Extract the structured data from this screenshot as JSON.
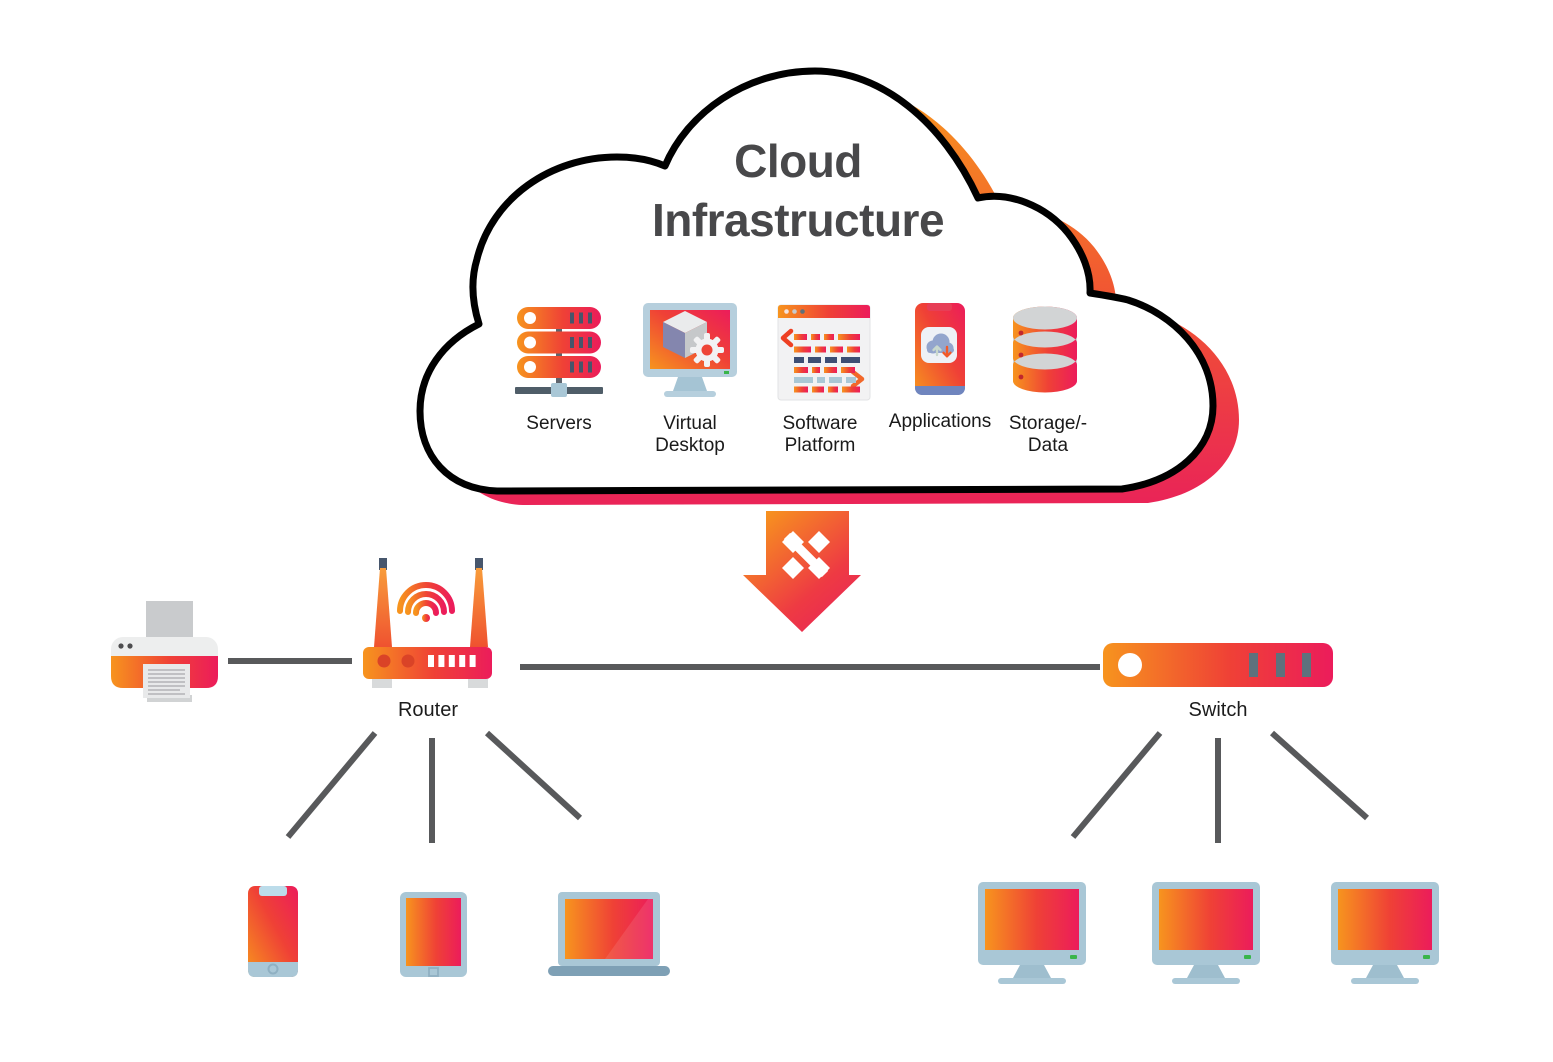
{
  "diagram": {
    "title": "Cloud Infrastructure",
    "cloud_items": [
      {
        "label": "Servers",
        "icon": "servers-icon"
      },
      {
        "label": "Virtual\nDesktop",
        "icon": "virtual-desktop-icon"
      },
      {
        "label": "Software\nPlatform",
        "icon": "software-platform-icon"
      },
      {
        "label": "Applications",
        "icon": "applications-icon"
      },
      {
        "label": "Storage/-\nData",
        "icon": "storage-data-icon"
      }
    ],
    "nodes": [
      {
        "label": "Router",
        "icon": "router-icon"
      },
      {
        "label": "Switch",
        "icon": "switch-icon"
      }
    ],
    "peripherals": [
      "printer-icon",
      "smartphone-icon",
      "tablet-icon",
      "laptop-icon",
      "monitor-icon",
      "monitor-icon",
      "monitor-icon"
    ],
    "flow_icon": "data-transfer-arrow-icon",
    "colors": {
      "orange": "#F7941E",
      "crimson": "#EC1C5B",
      "mid_red": "#EF4136",
      "line_gray": "#58595B",
      "device_frame": "#A9C7D6",
      "navy_dash": "#3D4E74",
      "light_blue_dash": "#A9C7D5",
      "green_led": "#39B54A",
      "title_text": "#48484A",
      "label_text": "#1A1A1A"
    }
  }
}
